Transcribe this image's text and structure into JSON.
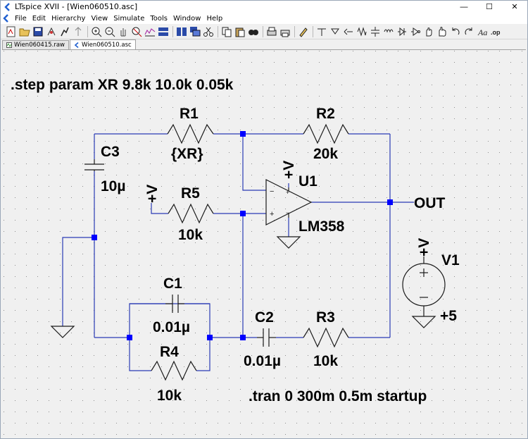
{
  "window": {
    "title": "LTspice XVII - [Wien060510.asc]",
    "minimize": "—",
    "maximize": "☐",
    "close": "✕"
  },
  "menu": [
    "File",
    "Edit",
    "Hierarchy",
    "View",
    "Simulate",
    "Tools",
    "Window",
    "Help"
  ],
  "tabs": [
    {
      "label": "Wien060415.raw",
      "icon": "waveform-icon",
      "active": false
    },
    {
      "label": "Wien060510.asc",
      "icon": "schematic-icon",
      "active": true
    }
  ],
  "toolbar_icons": [
    "new-schematic-icon",
    "open-icon",
    "save-icon",
    "control-panel-icon",
    "run-icon",
    "halt-icon",
    "zoom-in-icon",
    "zoom-out-icon",
    "pan-icon",
    "zoom-fit-icon",
    "autoscale-icon",
    "tile-horizontal-icon",
    "tile-vertical-icon",
    "cascade-icon",
    "cut-icon",
    "copy-icon",
    "paste-icon",
    "find-icon",
    "print-setup-icon",
    "print-icon",
    "pencil-icon",
    "wire-icon",
    "ground-icon",
    "label-icon",
    "resistor-icon",
    "capacitor-icon",
    "inductor-icon",
    "diode-icon",
    "component-icon",
    "move-icon",
    "drag-icon",
    "undo-icon",
    "redo-icon",
    "text-icon",
    "spice-directive-icon"
  ],
  "schematic": {
    "directive_step": ".step param XR 9.8k 10.0k 0.05k",
    "directive_tran": ".tran 0 300m 0.5m startup",
    "components": {
      "R1": {
        "name": "R1",
        "value": "{XR}"
      },
      "R2": {
        "name": "R2",
        "value": "20k"
      },
      "R3": {
        "name": "R3",
        "value": "10k"
      },
      "R4": {
        "name": "R4",
        "value": "10k"
      },
      "R5": {
        "name": "R5",
        "value": "10k"
      },
      "C1": {
        "name": "C1",
        "value": "0.01µ"
      },
      "C2": {
        "name": "C2",
        "value": "0.01µ"
      },
      "C3": {
        "name": "C3",
        "value": "10µ"
      },
      "U1": {
        "name": "U1",
        "value": "LM358"
      },
      "V1": {
        "name": "V1",
        "value": "+5"
      }
    },
    "labels": {
      "out": "OUT",
      "supply_r5": "+V",
      "supply_u1": "+V",
      "supply_v1": "+V",
      "plus": "+",
      "minus": "−"
    },
    "colors": {
      "wire": "#2a3bb5",
      "component": "#1a1a1a",
      "junction": "#0000ff",
      "grid": "#808080",
      "background": "#f0f0f0"
    }
  }
}
